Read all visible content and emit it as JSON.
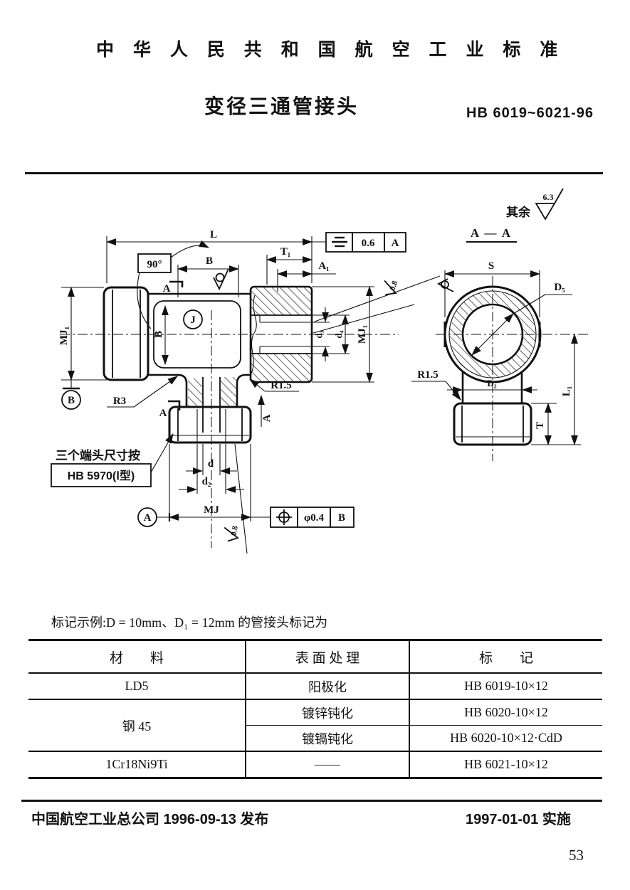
{
  "header": {
    "standard_title": "中 华 人 民 共 和 国 航 空 工 业 标 准",
    "doc_title": "变径三通管接头",
    "doc_number": "HB 6019~6021-96"
  },
  "drawing": {
    "labels": {
      "L": "L",
      "T1": "T₁",
      "A1": "A₁",
      "angle": "90°",
      "B": "B",
      "A": "A",
      "J": "J",
      "MJ1": "MJ₁",
      "d3": "d₃",
      "d4": "d₄",
      "R3": "R3",
      "R15": "R1.5",
      "d": "d",
      "d2": "d₂",
      "MJ": "MJ",
      "S": "S",
      "D5": "D₅",
      "D2": "D₂",
      "L1": "L₁",
      "T": "T",
      "datum_A": "A",
      "datum_B": "B"
    },
    "surface": {
      "default_prefix": "其余",
      "default_value": "6.3",
      "fine_value": "0.8"
    },
    "section_title": "A — A",
    "note": {
      "line1": "三个端头尺寸按",
      "line2": "HB 5970(Ⅰ型)"
    },
    "tolerances": [
      {
        "value": "0.6",
        "datum": "A"
      },
      {
        "value": "φ0.4",
        "datum": "B"
      }
    ]
  },
  "marking_example": "标记示例:D = 10mm、D₁ = 12mm 的管接头标记为",
  "table": {
    "headers": [
      "材　　料",
      "表 面 处 理",
      "标　　记"
    ],
    "rows": [
      {
        "material": "LD5",
        "treatment": "阳极化",
        "marking": "HB 6019-10×12"
      },
      {
        "material": "钢 45",
        "treatment": "镀锌钝化",
        "marking": "HB 6020-10×12"
      },
      {
        "material": "",
        "treatment": "镀镉钝化",
        "marking": "HB 6020-10×12·CdD"
      },
      {
        "material": "1Cr18Ni9Ti",
        "treatment": "——",
        "marking": "HB 6021-10×12"
      }
    ]
  },
  "footer": {
    "left": "中国航空工业总公司 1996-09-13 发布",
    "right": "1997-01-01 实施",
    "page": "53"
  }
}
